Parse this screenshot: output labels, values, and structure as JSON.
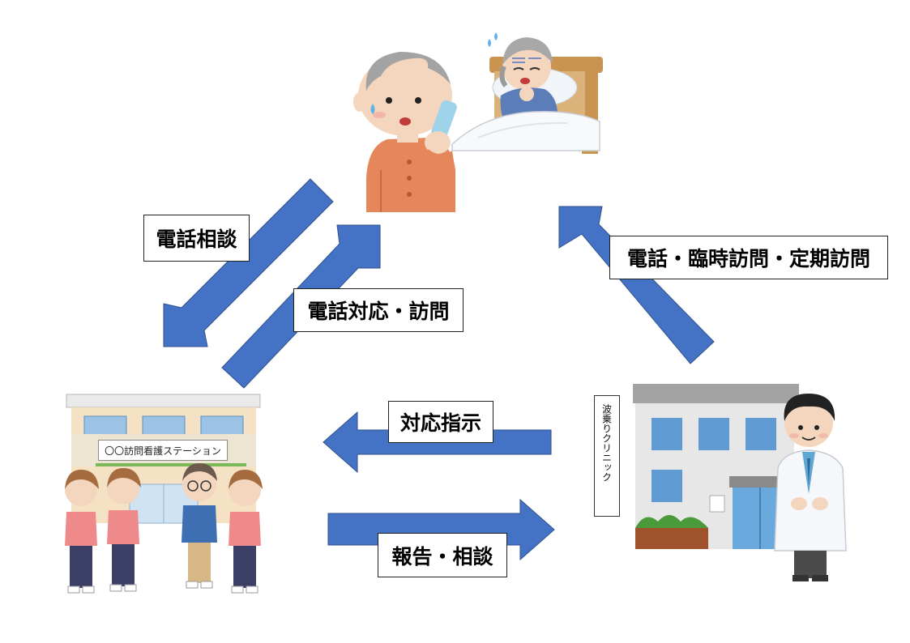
{
  "labels": {
    "phone_consult": "電話相談",
    "phone_response_visit": "電話対応・訪問",
    "clinic_visits": "電話・臨時訪問・定期訪問",
    "response_instruction": "対応指示",
    "report_consult": "報告・相談"
  },
  "signs": {
    "station": "〇〇訪問看護ステーション",
    "clinic": "波乗りクリニック"
  },
  "colors": {
    "arrow": "#4472c4",
    "arrow_border": "#2f528f"
  }
}
